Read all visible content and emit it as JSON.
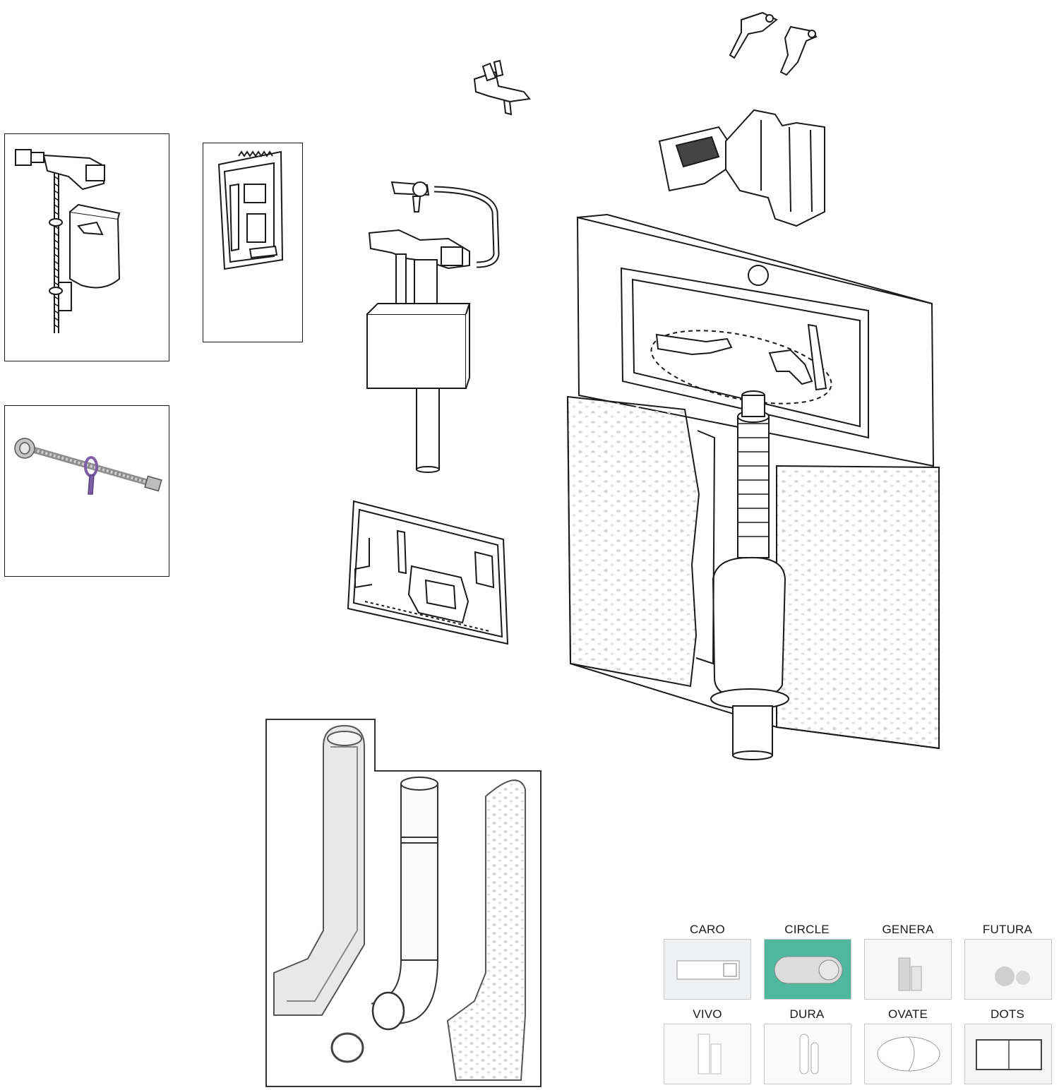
{
  "flush_plates": [
    {
      "name": "CARO"
    },
    {
      "name": "CIRCLE"
    },
    {
      "name": "GENERA"
    },
    {
      "name": "FUTURA"
    },
    {
      "name": "VIVO"
    },
    {
      "name": "DURA"
    },
    {
      "name": "OVATE"
    },
    {
      "name": "DOTS"
    }
  ],
  "colors": {
    "line": "#1a1a1a",
    "circle_plate": "#4fb89e",
    "valve_band": "#7c5fa6"
  },
  "icons": {
    "fill_valve_side_inlet": "fill-valve-side-entry-icon",
    "fill_valve_bottom_inlet": "fill-valve-bottom-entry-icon",
    "access_bracket": "access-bracket-icon",
    "flexible_hose": "flexible-hose-icon",
    "pan_connector": "pan-connector-kit-icon",
    "cistern": "concealed-cistern-icon"
  }
}
